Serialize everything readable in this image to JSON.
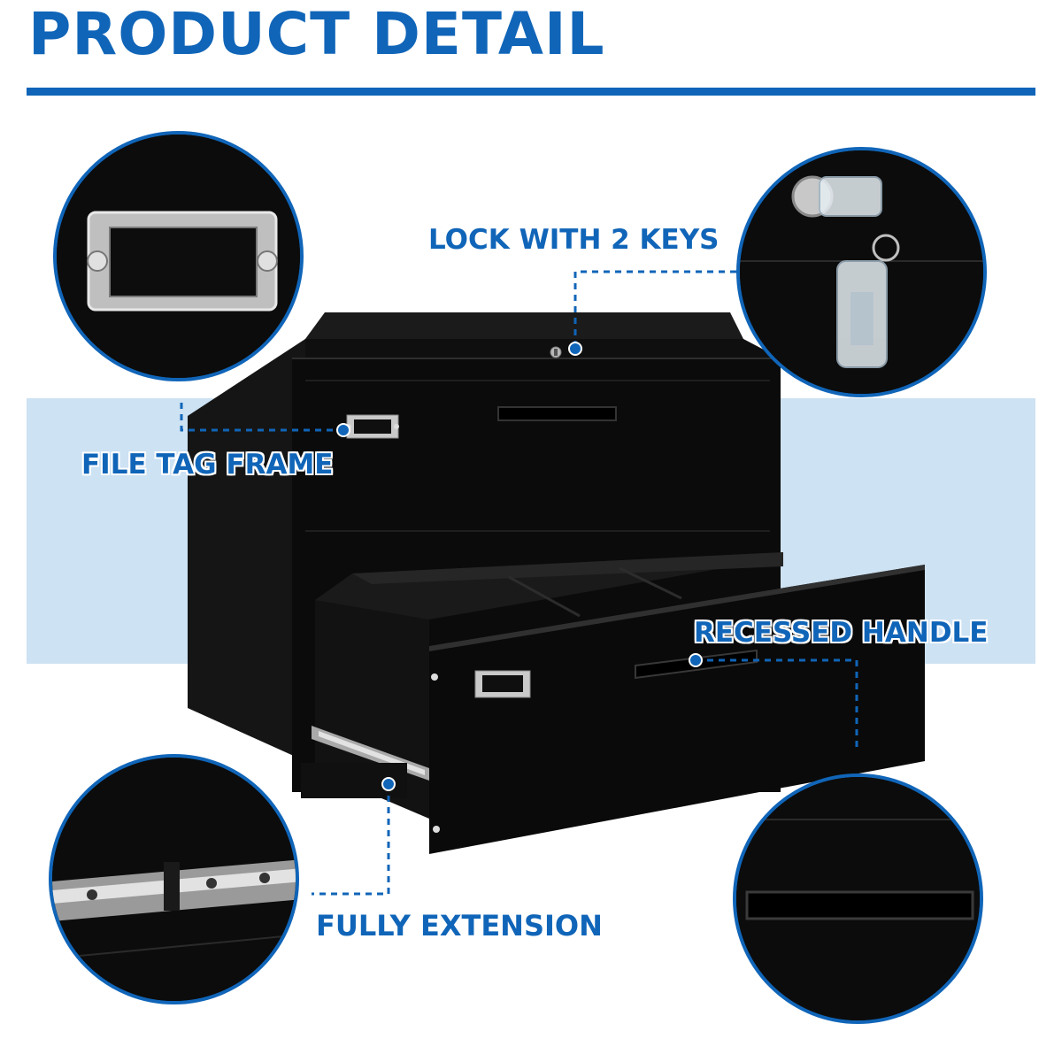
{
  "page": {
    "title": "PRODUCT DETAIL",
    "accent_color": "#1065b8",
    "band_color": "#cde2f3"
  },
  "callouts": {
    "lock": "LOCK WITH 2 KEYS",
    "tag": "FILE TAG FRAME",
    "handle": "RECESSED HANDLE",
    "slide": "FULLY EXTENSION"
  },
  "zoom_views": [
    {
      "name": "file-tag-frame-closeup",
      "icon": "tag-frame-icon"
    },
    {
      "name": "lock-keys-closeup",
      "icon": "lock-keys-icon"
    },
    {
      "name": "drawer-slide-closeup",
      "icon": "ball-bearing-slide-icon"
    },
    {
      "name": "recessed-handle-closeup",
      "icon": "recessed-handle-icon"
    }
  ],
  "product": {
    "icon": "lateral-file-cabinet-icon",
    "color": "#111111"
  }
}
